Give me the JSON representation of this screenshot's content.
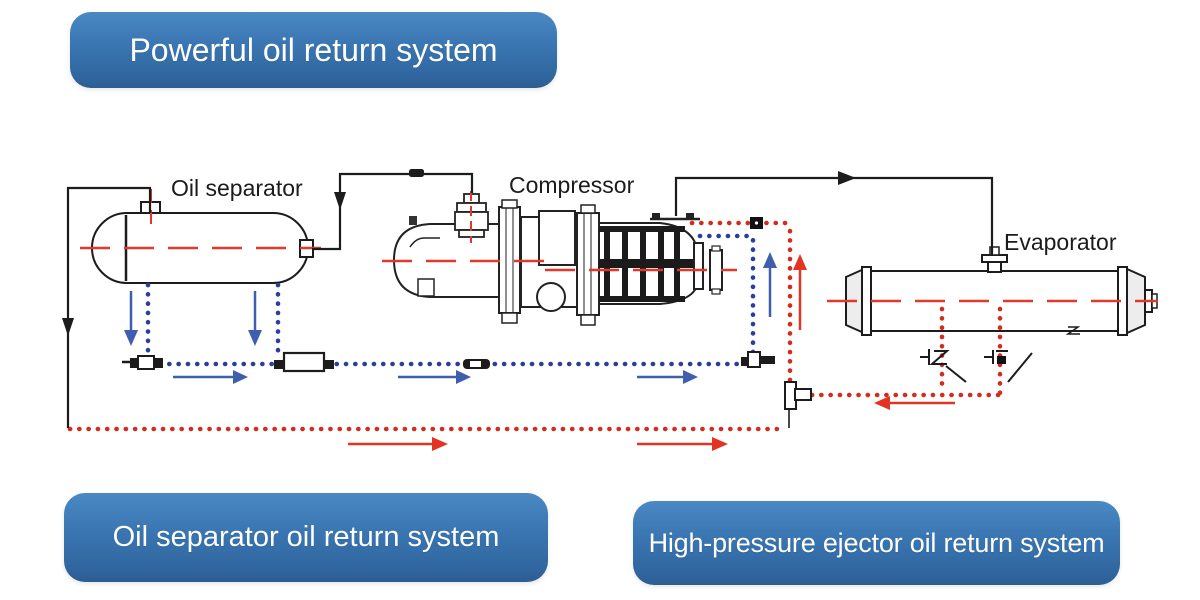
{
  "title_banner": {
    "label": "Powerful oil return system"
  },
  "diagram": {
    "components": {
      "oil_separator": "Oil separator",
      "compressor": "Compressor",
      "evaporator": "Evaporator"
    }
  },
  "legend_banners": {
    "left": "Oil separator oil return system",
    "right": "High-pressure ejector oil return system"
  },
  "colors": {
    "banner_blue": "#3b77b3",
    "pipe_black": "#1c1c1c",
    "oil_return_blue": "#2a3f9b",
    "ejector_red": "#d32b1e",
    "centerline_red": "#e0392b",
    "arrow_blue": "#3f5fae",
    "arrow_red": "#e23423"
  }
}
